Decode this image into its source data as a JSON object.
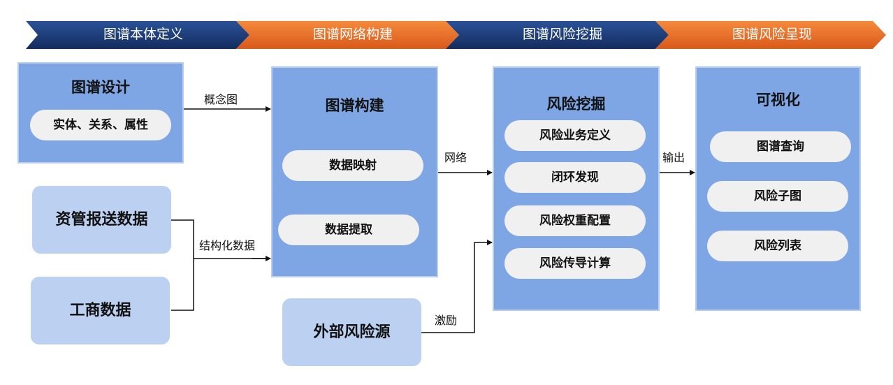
{
  "stages": [
    {
      "label": "图谱本体定义",
      "color": "#1d3f7c"
    },
    {
      "label": "图谱网络构建",
      "color": "#ec7125"
    },
    {
      "label": "图谱风险挖掘",
      "color": "#1d3f7c"
    },
    {
      "label": "图谱风险呈现",
      "color": "#ec7125"
    }
  ],
  "design": {
    "title": "图谱设计",
    "items": [
      "实体、关系、属性"
    ]
  },
  "sources": [
    "资管报送数据",
    "工商数据"
  ],
  "external": {
    "label": "外部风险源"
  },
  "build": {
    "title": "图谱构建",
    "items": [
      "数据映射",
      "数据提取"
    ]
  },
  "mining": {
    "title": "风险挖掘",
    "items": [
      "风险业务定义",
      "闭环发现",
      "风险权重配置",
      "风险传导计算"
    ]
  },
  "visual": {
    "title": "可视化",
    "items": [
      "图谱查询",
      "风险子图",
      "风险列表"
    ]
  },
  "edges": {
    "concept": "概念图",
    "structured": "结构化数据",
    "network": "网络",
    "incentive": "激励",
    "output": "输出"
  },
  "colors": {
    "panel": "#7ea6e4",
    "source": "#bcd0f1",
    "pill": "#f0f0f0"
  }
}
